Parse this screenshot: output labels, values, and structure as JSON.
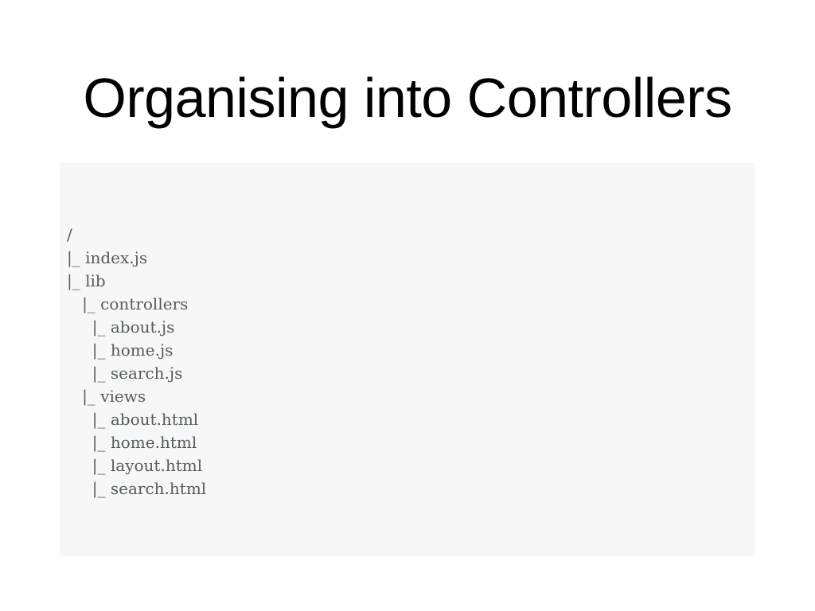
{
  "slide": {
    "title": "Organising into Controllers",
    "code_lines": [
      "/",
      "|_ index.js",
      "|_ lib",
      "   |_ controllers",
      "     |_ about.js",
      "     |_ home.js",
      "     |_ search.js",
      "   |_ views",
      "     |_ about.html",
      "     |_ home.html",
      "     |_ layout.html",
      "     |_ search.html"
    ]
  }
}
